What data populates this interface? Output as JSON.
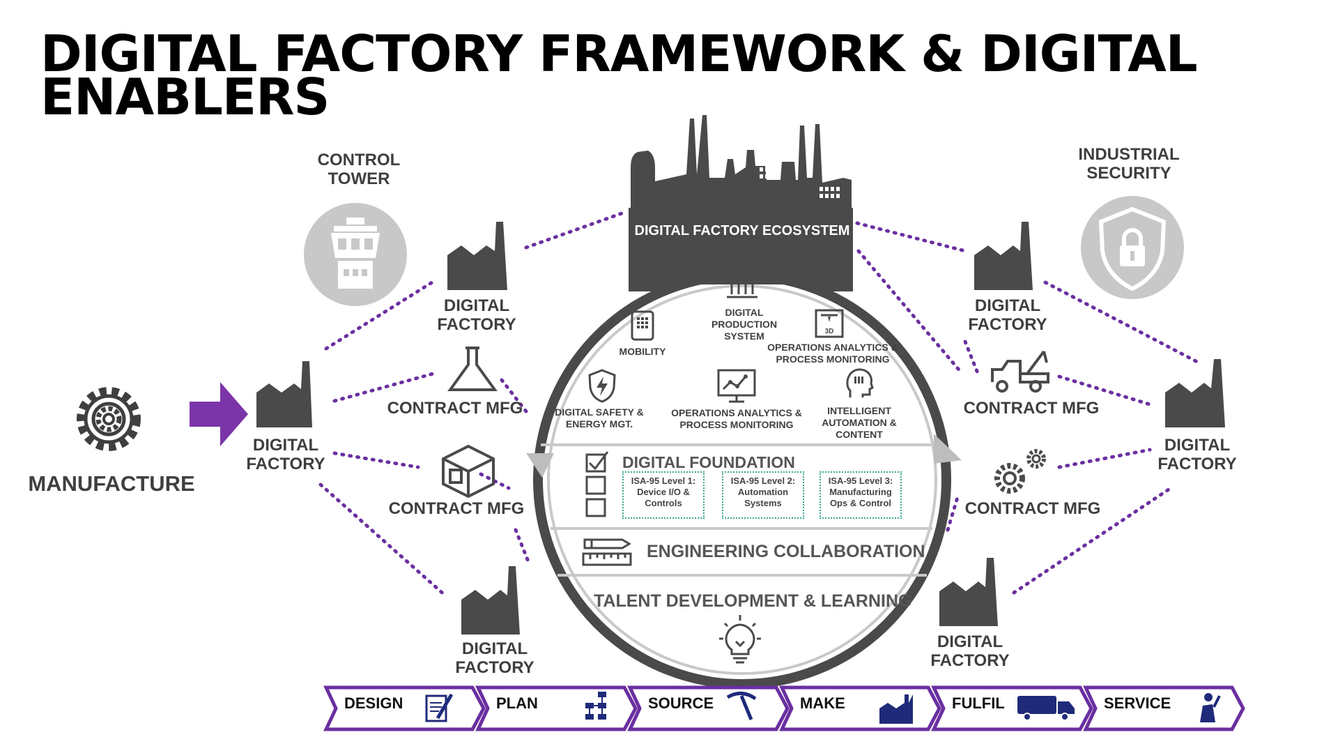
{
  "title": "DIGITAL FACTORY FRAMEWORK & DIGITAL ENABLERS",
  "manufacture": "MANUFACTURE",
  "control_tower": "CONTROL TOWER",
  "industrial_security": "INDUSTRIAL SECURITY",
  "ecosystem": "DIGITAL FACTORY ECOSYSTEM",
  "left_nodes": {
    "df_main": "DIGITAL FACTORY",
    "df_top": "DIGITAL FACTORY",
    "cm_1": "CONTRACT MFG",
    "cm_2": "CONTRACT MFG",
    "df_bottom": "DIGITAL FACTORY"
  },
  "right_nodes": {
    "df_top": "DIGITAL FACTORY",
    "cm_1": "CONTRACT MFG",
    "cm_2": "CONTRACT MFG",
    "df_main": "DIGITAL FACTORY",
    "df_bottom": "DIGITAL FACTORY"
  },
  "circle_items": {
    "mobility": "MOBILITY",
    "dps": "DIGITAL PRODUCTION SYSTEM",
    "ops_top": "OPERATIONS ANALYTICS & PROCESS MONITORING",
    "safety": "DIGITAL SAFETY & ENERGY MGT.",
    "ops_mid": "OPERATIONS ANALYTICS & PROCESS MONITORING",
    "intelligent": "INTELLIGENT AUTOMATION & CONTENT"
  },
  "foundation": {
    "title": "DIGITAL FOUNDATION",
    "level1": "ISA-95 Level 1: Device I/O & Controls",
    "level2": "ISA-95 Level 2: Automation Systems",
    "level3": "ISA-95 Level 3: Manufacturing Ops & Control"
  },
  "engineering": "ENGINEERING COLLABORATION",
  "talent": "TALENT DEVELOPMENT & LEARNING",
  "value_chain": [
    "DESIGN",
    "PLAN",
    "SOURCE",
    "MAKE",
    "FULFIL",
    "SERVICE"
  ],
  "colors": {
    "accent": "#6b2fa0",
    "dark_gray": "#4a4a4a",
    "navy": "#1f2a7a",
    "teal": "#3aa58f"
  }
}
